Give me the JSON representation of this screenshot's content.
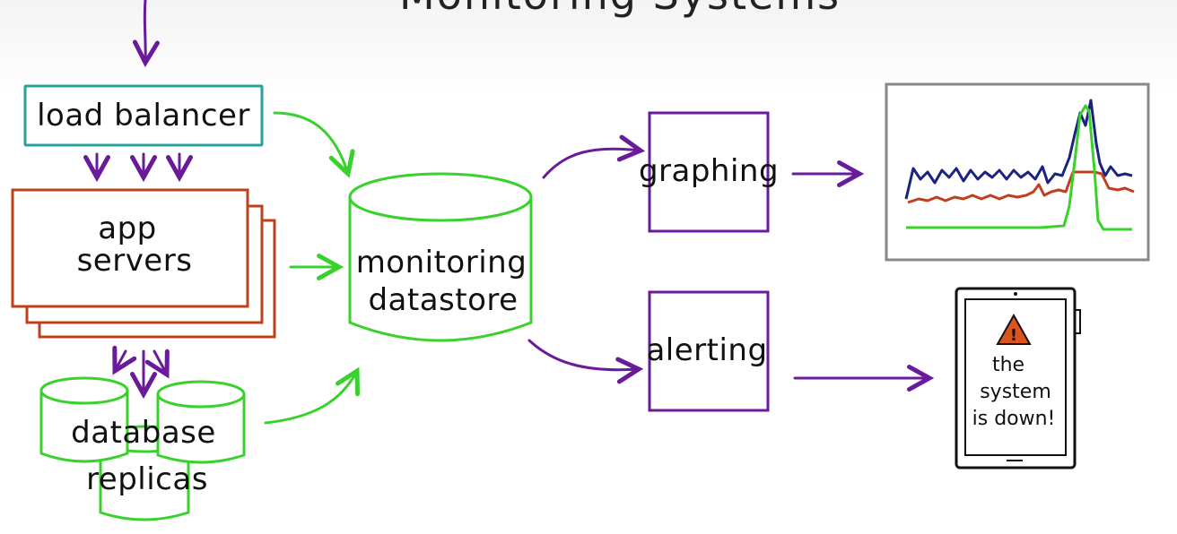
{
  "diagram": {
    "title": "Monitoring Systems",
    "nodes": {
      "load_balancer": "load balancer",
      "app_servers_line1": "app",
      "app_servers_line2": "servers",
      "database_line1": "database",
      "database_line2": "replicas",
      "datastore_line1": "monitoring",
      "datastore_line2": "datastore",
      "graphing": "graphing",
      "alerting": "alerting"
    },
    "alert_screen": {
      "warning_symbol": "!",
      "line1": "the",
      "line2": "system",
      "line3": "is down!"
    }
  },
  "colors": {
    "arrow_purple": "#6a1b9a",
    "monitoring_green": "#39d12b",
    "app_red": "#c0401e",
    "balancer_teal": "#2aa198",
    "graph_blue": "#1a237e",
    "graph_red": "#c0401e",
    "graph_green": "#39d12b",
    "warning_orange": "#d9541e"
  }
}
